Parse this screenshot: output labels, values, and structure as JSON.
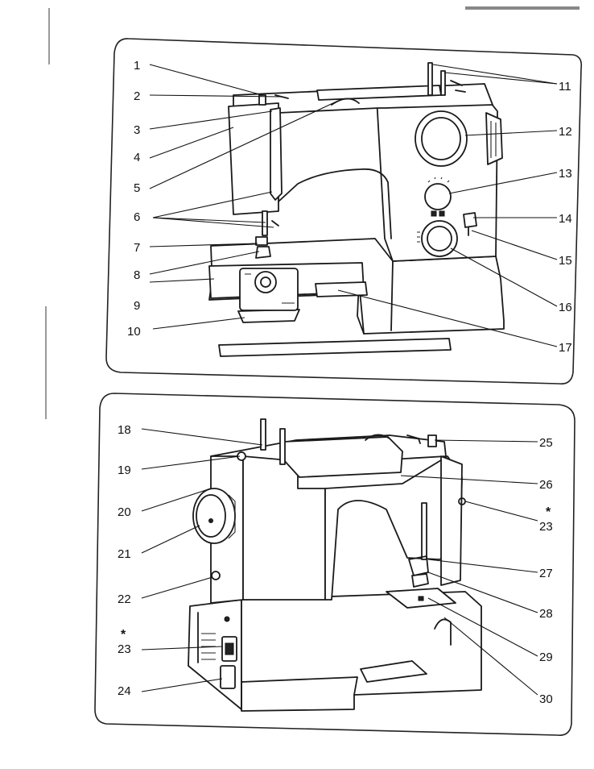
{
  "front_view": {
    "callouts": [
      "1",
      "2",
      "3",
      "4",
      "5",
      "6",
      "7",
      "8",
      "9",
      "10",
      "11",
      "12",
      "13",
      "14",
      "15",
      "16",
      "17"
    ]
  },
  "rear_view": {
    "callouts": [
      "18",
      "19",
      "20",
      "21",
      "22",
      "23",
      "24",
      "25",
      "26",
      "23",
      "27",
      "28",
      "29",
      "30"
    ],
    "asterisk": "*"
  }
}
